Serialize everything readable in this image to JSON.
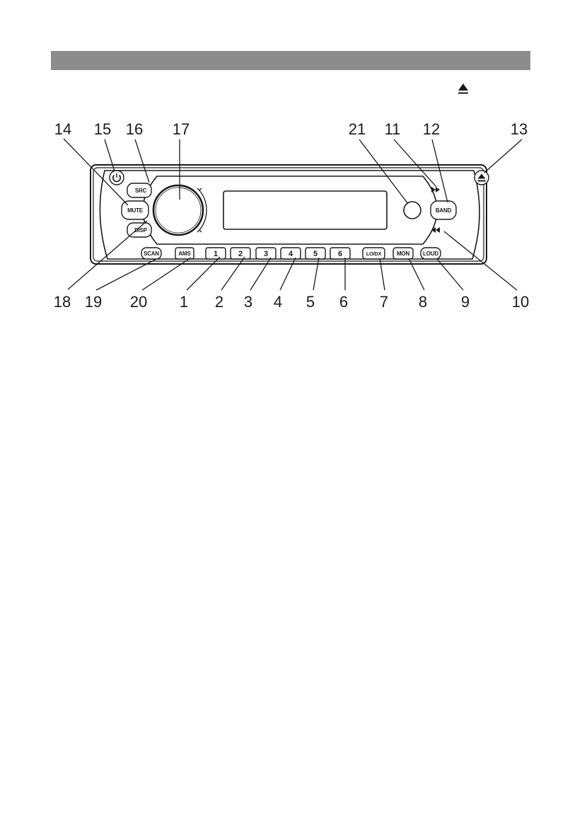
{
  "colors": {
    "header_bar": "#8c8c8c",
    "line": "#1a1a1a",
    "background": "#ffffff"
  },
  "icons": {
    "header_symbol": "eject-icon",
    "power": "power-icon",
    "eject": "eject-icon",
    "next": "fast-forward-icon",
    "prev": "rewind-icon",
    "volume_knob": "rotate-arrows-icon"
  },
  "callouts": {
    "top": [
      "14",
      "15",
      "16",
      "17",
      "21",
      "11",
      "12",
      "13"
    ],
    "bottom": [
      "18",
      "19",
      "20",
      "1",
      "2",
      "3",
      "4",
      "5",
      "6",
      "7",
      "8",
      "9",
      "10"
    ]
  },
  "buttons": {
    "src": "SRC",
    "mute": "MUTE",
    "disp": "DISP",
    "band": "BAND",
    "scan": "SCAN",
    "ams": "AMS",
    "preset_1": "1",
    "preset_2": "2",
    "preset_3": "3",
    "preset_4": "4",
    "preset_5": "5",
    "preset_6": "6",
    "lo_dx": "LO/DX",
    "mon": "MON",
    "loud": "LOUD"
  }
}
